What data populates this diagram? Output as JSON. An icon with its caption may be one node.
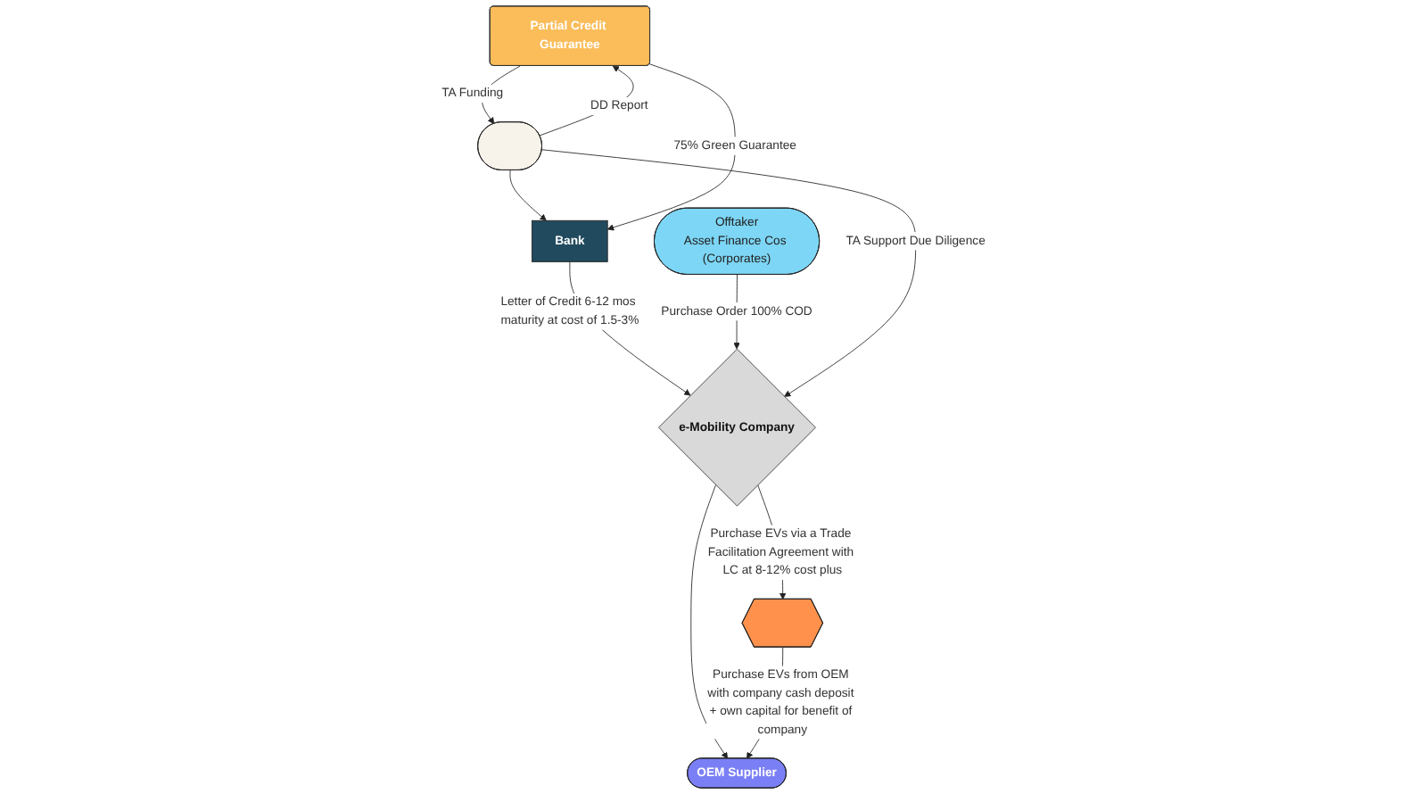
{
  "diagram": {
    "nodes": [
      {
        "text": [
          "Partial Credit Guarantee"
        ]
      },
      {
        "text": [
          "Offtaker",
          "Asset Finance Cos (Corporates)"
        ]
      },
      {
        "text": [
          "Bank"
        ]
      },
      {
        "text": [
          "e-Mobility Company"
        ]
      },
      {
        "text": [
          "OEM Supplier"
        ]
      },
      {
        "text": [],
        "shape": "box"
      },
      {
        "text": [],
        "shape": "hexagon"
      }
    ],
    "edges": [
      {
        "from": 0,
        "to": 5,
        "arrow": "to",
        "label": "TA Funding"
      },
      {
        "from": 5,
        "to": 0,
        "arrow": "to",
        "label": "DD Report"
      },
      {
        "from": 5,
        "to": 2,
        "arrow": "to"
      },
      {
        "from": 0,
        "to": 2,
        "arrow": "to",
        "label": "75% Green Guarantee"
      },
      {
        "from": 2,
        "to": 3,
        "arrow": "to",
        "label": "Letter of Credit 6-12 mos maturity at cost of 1.5-3%"
      },
      {
        "from": 1,
        "to": 3,
        "arrow": "to",
        "label": "Purchase Order 100% COD"
      },
      {
        "from": 3,
        "to": 4,
        "arrow": "to"
      },
      {
        "from": 5,
        "to": 3,
        "arrow": "to",
        "label": "TA Support Due Diligence"
      },
      {
        "from": 3,
        "to": 6,
        "arrow": "to",
        "label": "Purchase EVs via a Trade Facilitation Agreement with LC at 8-12% cost plus"
      },
      {
        "from": 6,
        "to": 4,
        "arrow": "to",
        "label": "Purchase EVs from OEM with company cash deposit + own capital for benefit of company"
      }
    ]
  }
}
